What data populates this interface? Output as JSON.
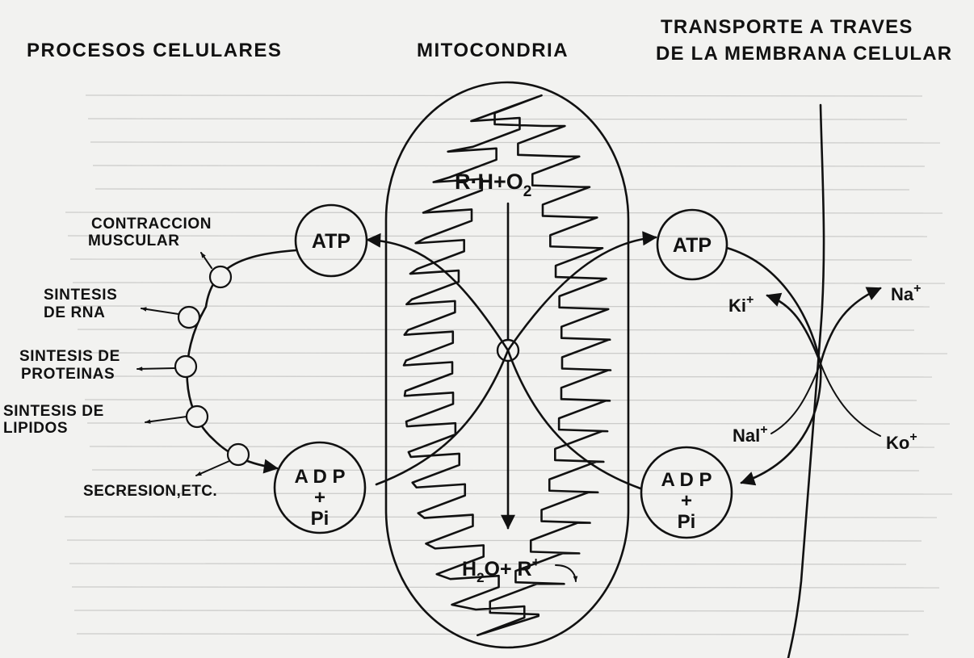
{
  "headers": {
    "left": "PROCESOS CELULARES",
    "middle": "MITOCONDRIA",
    "right_line1": "TRANSPORTE A TRAVES",
    "right_line2": "DE LA MEMBRANA CELULAR"
  },
  "processes": [
    {
      "line1": "CONTRACCION",
      "line2": "MUSCULAR"
    },
    {
      "line1": "SINTESIS",
      "line2": "DE RNA"
    },
    {
      "line1": "SINTESIS DE",
      "line2": "PROTEINAS"
    },
    {
      "line1": "SINTESIS DE",
      "line2": "LIPIDOS"
    },
    {
      "line1": "SECRESION,ETC.",
      "line2": ""
    }
  ],
  "left_atp": "ATP",
  "left_adp": {
    "line1": "A D P",
    "line2": "+",
    "line3": "Pi"
  },
  "right_atp": "ATP",
  "right_adp": {
    "line1": "A D P",
    "line2": "+",
    "line3": "Pi"
  },
  "mito": {
    "reactant_main": "R·H+O",
    "reactant_sub": "2",
    "product_a": "H",
    "product_sub": "2",
    "product_b": "O+ R",
    "product_sup": "+"
  },
  "ions": {
    "ki": "Ki",
    "ki_sup": "+",
    "na_out": "Na",
    "na_out_sup": "+",
    "na_in": "Nal",
    "na_in_sup": "+",
    "ko": "Ko",
    "ko_sup": "+"
  }
}
